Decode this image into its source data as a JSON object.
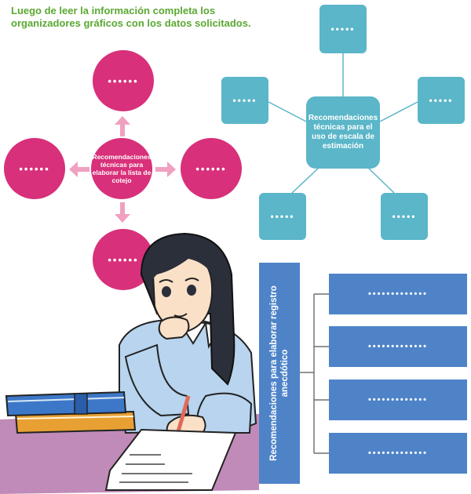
{
  "instructions": {
    "line1": "Luego de leer la información completa los",
    "line2": "organizadores gráficos con los datos solicitados."
  },
  "colors": {
    "instruction_text": "#5aa832",
    "pink_organizer": "#d8307a",
    "arrows": "#f0a0c0",
    "teal_organizer": "#5ab6c8",
    "blue_organizer": "#4e83c8"
  },
  "pink_organizer": {
    "center_label": "Recomendaciones técnicas para elaborar la lista de cotejo",
    "top": "••••••",
    "left": "••••••",
    "right": "••••••",
    "bottom": "••••••"
  },
  "teal_organizer": {
    "center_label": "Recomendaciones técnicas para el uso de escala de estimación",
    "top": "•••••",
    "upper_left": "•••••",
    "upper_right": "•••••",
    "lower_left": "•••••",
    "lower_right": "•••••"
  },
  "blue_organizer": {
    "main_label": "Recomendaciones para elaborar registro anecdótico",
    "item1": "•••••••••••••",
    "item2": "•••••••••••••",
    "item3": "•••••••••••••",
    "item4": "•••••••••••••"
  },
  "illustration": "student-studying-illustration"
}
